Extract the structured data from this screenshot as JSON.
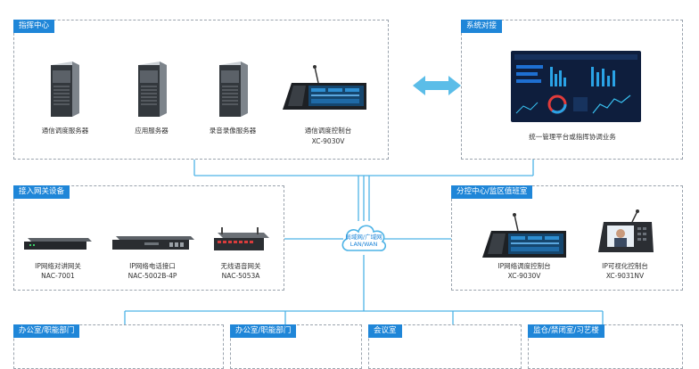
{
  "colors": {
    "accent": "#1f86d8",
    "line": "#4db3e6",
    "arrow": "#5bbde8"
  },
  "command_center": {
    "title": "指挥中心",
    "devices": [
      {
        "name": "通信调度服务器",
        "icon": "tower-server-icon"
      },
      {
        "name": "应用服务器",
        "icon": "tower-server-icon"
      },
      {
        "name": "录音录像服务器",
        "icon": "tower-server-icon"
      },
      {
        "name": "通信调度控制台",
        "model": "XC-9030V",
        "icon": "dispatch-console-icon"
      }
    ]
  },
  "system_integration": {
    "title": "系统对接",
    "caption": "统一管理平台或指挥协调业务",
    "icon": "dashboard-screen-icon"
  },
  "gateway_access": {
    "title": "接入网关设备",
    "devices": [
      {
        "name": "IP网络对讲网关",
        "model": "NAC-7001",
        "icon": "rack-gateway-icon"
      },
      {
        "name": "IP网络电话接口",
        "model": "NAC-5002B-4P",
        "icon": "rack-gateway-icon"
      },
      {
        "name": "无线语音网关",
        "model": "NAC-5053A",
        "icon": "wireless-gateway-icon"
      }
    ]
  },
  "network": {
    "line1": "局域网/广域网",
    "line2": "LAN/WAN"
  },
  "branch_center": {
    "title": "分控中心/监区值班室",
    "devices": [
      {
        "name": "IP网络调度控制台",
        "model": "XC-9030V",
        "icon": "dispatch-console-icon"
      },
      {
        "name": "IP可视化控制台",
        "model": "XC-9031NV",
        "icon": "video-phone-icon"
      }
    ]
  },
  "bottom_panels": [
    {
      "title": "办公室/职能部门"
    },
    {
      "title": "办公室/职能部门"
    },
    {
      "title": "会议室"
    },
    {
      "title": "监仓/禁闭室/习艺楼"
    }
  ]
}
